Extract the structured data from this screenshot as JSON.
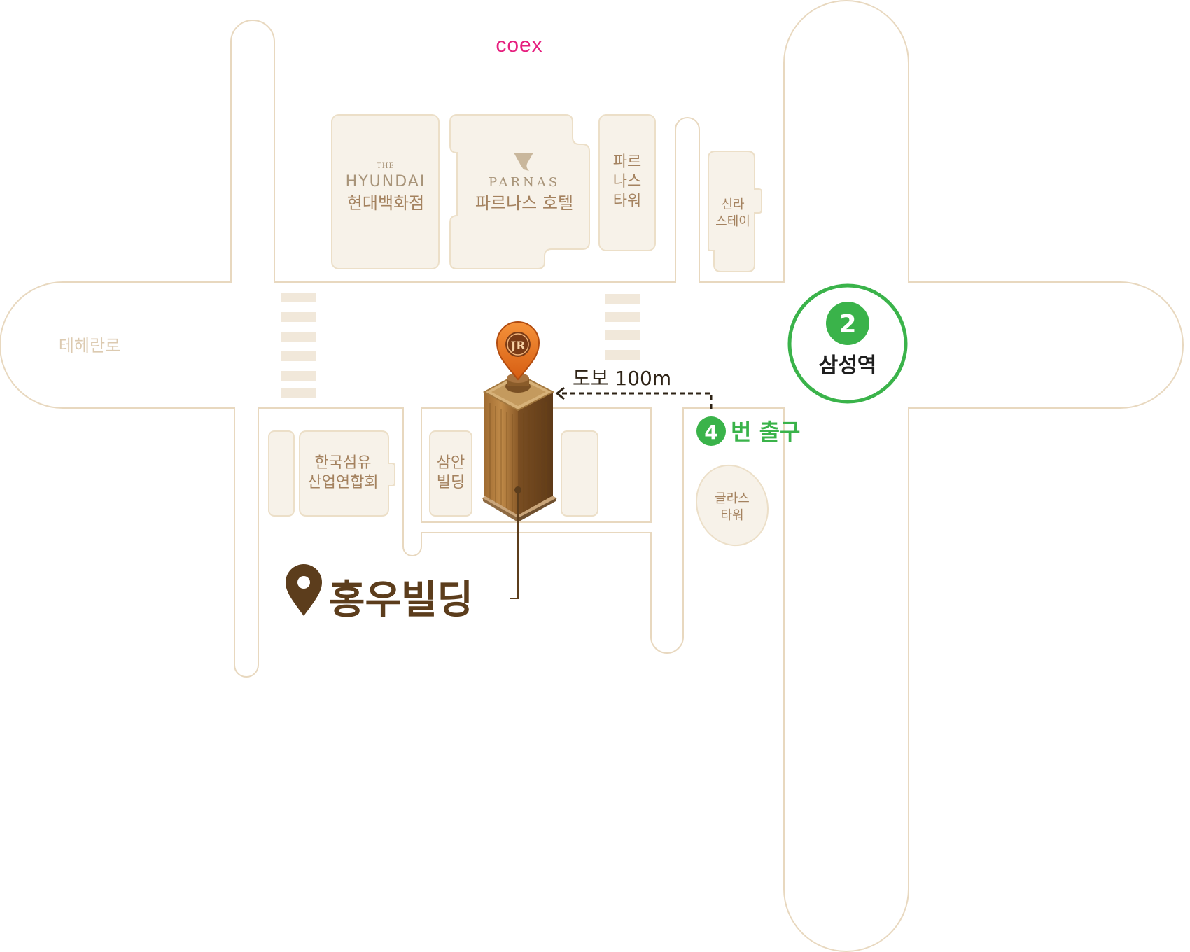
{
  "brand": {
    "coex": "coex"
  },
  "streets": {
    "teheran": "테헤란로"
  },
  "landmarks": {
    "hyundai": {
      "prefix": "THE",
      "brand": "HYUNDAI",
      "name": "현대백화점"
    },
    "parnas_hotel": {
      "brand": "PARNAS",
      "name": "파르나스 호텔"
    },
    "parnas_tower": {
      "lines": [
        "파르",
        "나스",
        "타워"
      ]
    },
    "shilla_stay": {
      "lines": [
        "신라",
        "스테이"
      ]
    },
    "textile_federation": {
      "lines": [
        "한국섬유",
        "산업연합회"
      ]
    },
    "samahn_building": {
      "lines": [
        "삼안",
        "빌딩"
      ]
    },
    "glass_tower": {
      "lines": [
        "글라스",
        "타워"
      ]
    }
  },
  "station": {
    "line_number": "2",
    "name": "삼성역",
    "line_color": "#3ab34a"
  },
  "exit": {
    "number": "4",
    "label": "번 출구"
  },
  "route": {
    "walk_label": "도보 100m"
  },
  "destination": {
    "marker_text": "JR",
    "name": "홍우빌딩",
    "color": "#5c3d1c"
  },
  "colors": {
    "road_outline": "#e8d8bf",
    "building_fill": "#f7f2e9",
    "label": "#a4825f",
    "coex": "#e6207f",
    "pin": "#e8741f"
  }
}
